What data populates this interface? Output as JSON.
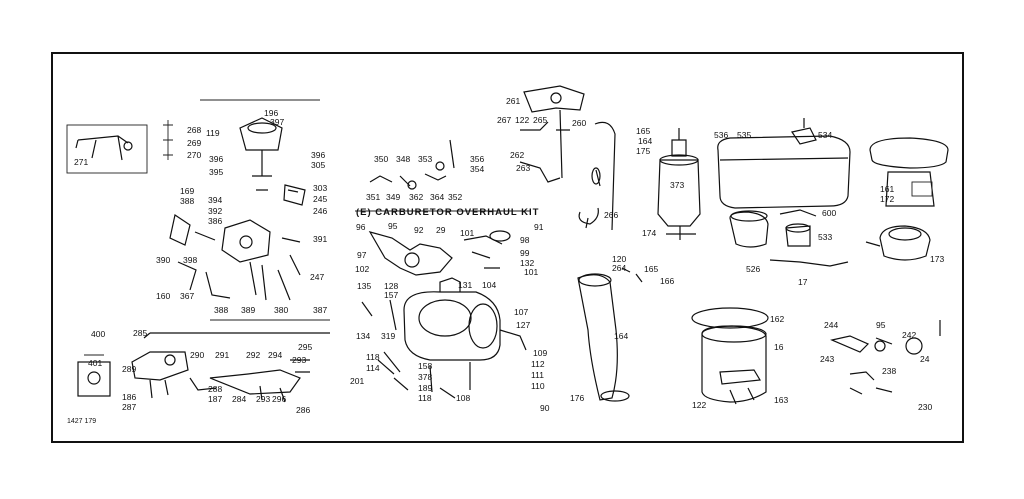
{
  "diagram": {
    "kit_title": "(E) CARBURETOR OVERHAUL KIT",
    "small_code": "1427 179",
    "part_numbers": {
      "p271": "271",
      "p268": "268",
      "p269": "269",
      "p270": "270",
      "p196": "196",
      "p397": "397",
      "p119": "119",
      "p396a": "396",
      "p395": "395",
      "p396b": "396",
      "p305": "305",
      "p303": "303",
      "p245": "245",
      "p246": "246",
      "p169": "169",
      "p388": "388",
      "p394": "394",
      "p392": "392",
      "p386": "386",
      "p391": "391",
      "p390": "390",
      "p398": "398",
      "p247": "247",
      "p160": "160",
      "p367": "367",
      "p388b": "388",
      "p389": "389",
      "p380": "380",
      "p387": "387",
      "p400": "400",
      "p285": "285",
      "p401": "401",
      "p290": "290",
      "p291": "291",
      "p292": "292",
      "p294": "294",
      "p295": "295",
      "p293a": "293",
      "p289": "289",
      "p288": "288",
      "p186": "186",
      "p287": "287",
      "p187": "187",
      "p284": "284",
      "p293b": "293",
      "p296": "296",
      "p286": "286",
      "p350": "350",
      "p348": "348",
      "p353": "353",
      "p356": "356",
      "p354": "354",
      "p351": "351",
      "p349": "349",
      "p362": "362",
      "p364": "364",
      "p352": "352",
      "p96": "96",
      "p95": "95",
      "p92": "92",
      "p29": "29",
      "p101a": "101",
      "p91": "91",
      "p98": "98",
      "p99": "99",
      "p132": "132",
      "p101b": "101",
      "p97": "97",
      "p102": "102",
      "p135": "135",
      "p128": "128",
      "p157": "157",
      "p131": "131",
      "p104": "104",
      "p107": "107",
      "p127": "127",
      "p134": "134",
      "p319": "319",
      "p118a": "118",
      "p114": "114",
      "p201": "201",
      "p158": "158",
      "p378": "378",
      "p189": "189",
      "p118b": "118",
      "p109": "109",
      "p112": "112",
      "p111": "111",
      "p110": "110",
      "p108": "108",
      "p90": "90",
      "p261": "261",
      "p267": "267",
      "p122": "122",
      "p265": "265",
      "p260": "260",
      "p262": "262",
      "p263": "263",
      "p266": "266",
      "p165a": "165",
      "p164a": "164",
      "p175": "175",
      "p373": "373",
      "p174": "174",
      "p120": "120",
      "p264": "264",
      "p165b": "165",
      "p166": "166",
      "p164b": "164",
      "p176": "176",
      "p536": "536",
      "p535": "535",
      "p534": "534",
      "p600": "600",
      "p533": "533",
      "p526": "526",
      "p17": "17",
      "p161": "161",
      "p172": "172",
      "p173": "173",
      "p162": "162",
      "p16": "16",
      "p163": "163",
      "p122b": "122",
      "p244": "244",
      "p95b": "95",
      "p242": "242",
      "p243": "243",
      "p24": "24",
      "p238": "238",
      "p230": "230"
    }
  }
}
